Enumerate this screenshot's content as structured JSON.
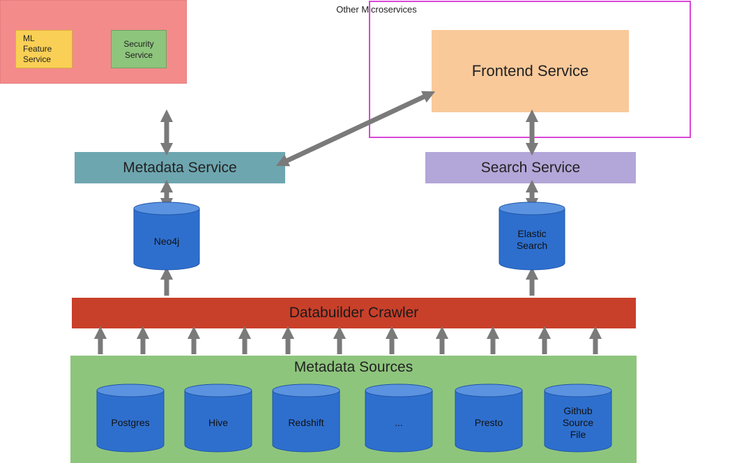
{
  "microservices": {
    "title": "Other Microservices",
    "ml_feature_service": [
      "ML",
      "Feature",
      "Service"
    ],
    "security_service": [
      "Security",
      "Service"
    ]
  },
  "frontend_service": "Frontend Service",
  "metadata_service": "Metadata Service",
  "search_service": "Search Service",
  "neo4j": "Neo4j",
  "elastic_search": [
    "Elastic",
    "Search"
  ],
  "databuilder_crawler": "Databuilder Crawler",
  "metadata_sources": {
    "title": "Metadata Sources",
    "sources": [
      [
        "Postgres"
      ],
      [
        "Hive"
      ],
      [
        "Redshift"
      ],
      [
        "..."
      ],
      [
        "Presto"
      ],
      [
        "Github",
        "Source",
        "File"
      ]
    ]
  },
  "colors": {
    "microservices_bg": "#f38b8a",
    "ml_bg": "#f9cf55",
    "security_bg": "#8ec57d",
    "frontend_bg": "#f9c99a",
    "highlight_frame": "#d946d9",
    "metadata_service_bg": "#6ea6b0",
    "search_service_bg": "#b3a6d8",
    "crawler_bg": "#c9402a",
    "sources_bg": "#8ec57d",
    "cylinder": "#2e6fce",
    "arrow": "#7a7a7a"
  }
}
